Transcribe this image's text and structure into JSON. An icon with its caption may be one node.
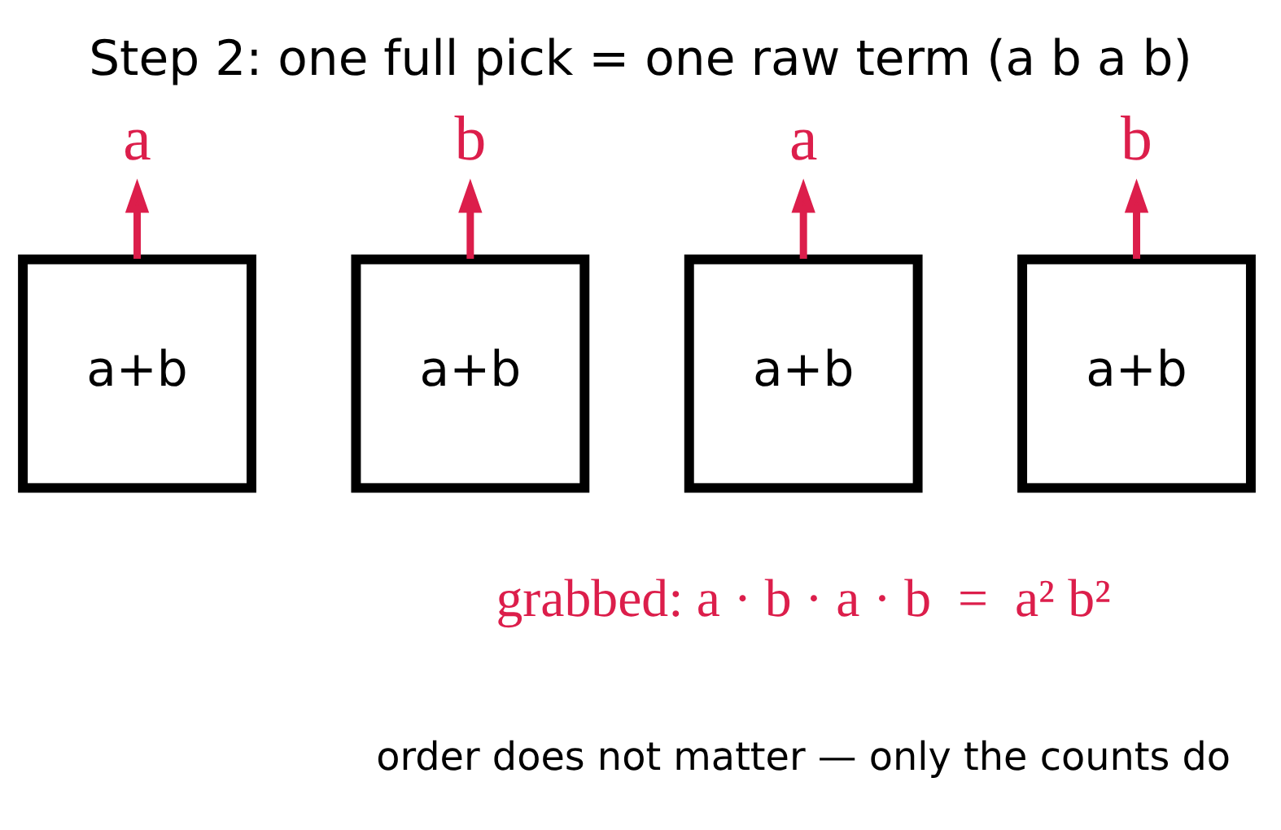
{
  "diagram": {
    "title": "Step 2: one full pick = one raw term (a b a b)",
    "nodes": [
      {
        "text": [
          "a"
        ]
      },
      {
        "text": [
          "b"
        ]
      },
      {
        "text": [
          "a"
        ]
      },
      {
        "text": [
          "b"
        ]
      },
      {
        "text": [
          "a+b"
        ]
      },
      {
        "text": [
          "a+b"
        ]
      },
      {
        "text": [
          "a+b"
        ]
      },
      {
        "text": [
          "a+b"
        ]
      }
    ],
    "edges": [
      {
        "from": 4,
        "to": 0,
        "arrow": "to"
      },
      {
        "from": 5,
        "to": 1,
        "arrow": "to"
      },
      {
        "from": 6,
        "to": 2,
        "arrow": "to"
      },
      {
        "from": 7,
        "to": 3,
        "arrow": "to"
      }
    ],
    "labels": [
      "grabbed: a · b · a · b  =  a² b²",
      "order does not matter — only the counts do"
    ]
  }
}
